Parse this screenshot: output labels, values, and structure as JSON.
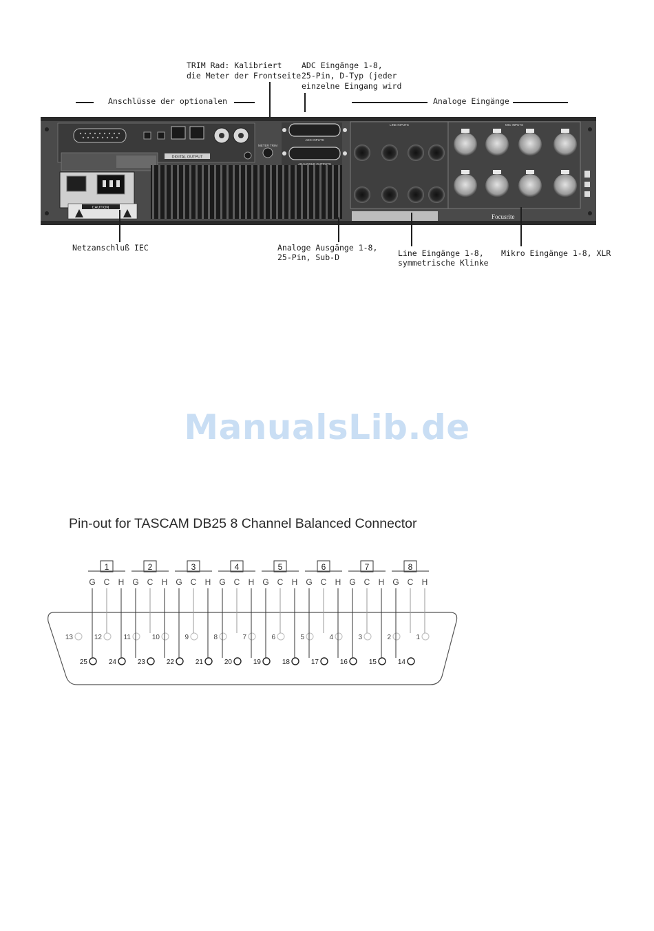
{
  "callouts": {
    "trim_line1": "TRIM Rad: Kalibriert",
    "trim_line2": "die Meter der Frontseite",
    "adc_line1": "ADC Eingänge 1-8,",
    "adc_line2": "25-Pin, D-Typ (jeder",
    "adc_line3": "einzelne Eingang wird",
    "optional": "Anschlüsse der optionalen",
    "analog_inputs": "Analoge Eingänge",
    "iec": "Netzanschluß IEC",
    "analog_out_line1": "Analoge Ausgänge 1-8,",
    "analog_out_line2": "25-Pin, Sub-D",
    "line_in_line1": "Line Eingänge 1-8,",
    "line_in_line2": "symmetrische Klinke",
    "mic_in": "Mikro Eingänge 1-8, XLR"
  },
  "panel": {
    "caution": "CAUTION",
    "digital_output": "DIGITAL OUTPUT",
    "adc_inputs": "ADC INPUTS",
    "analogue_outputs": "ANALOGUE OUTPUTS",
    "line_inputs": "LINE INPUTS",
    "mic_inputs": "MIC INPUTS",
    "trim": "METER TRIM",
    "brand": "Focusrite"
  },
  "watermark": "ManualsLib.de",
  "pinout": {
    "title": "Pin-out for TASCAM DB25 8 Channel Balanced Connector",
    "channels": [
      "1",
      "2",
      "3",
      "4",
      "5",
      "6",
      "7",
      "8"
    ],
    "gch": [
      "G",
      "C",
      "H"
    ],
    "top_row_pins": [
      "13",
      "12",
      "11",
      "10",
      "9",
      "8",
      "7",
      "6",
      "5",
      "4",
      "3",
      "2",
      "1"
    ],
    "bottom_row_pins": [
      "25",
      "24",
      "23",
      "22",
      "21",
      "20",
      "19",
      "18",
      "17",
      "16",
      "15",
      "14"
    ]
  }
}
